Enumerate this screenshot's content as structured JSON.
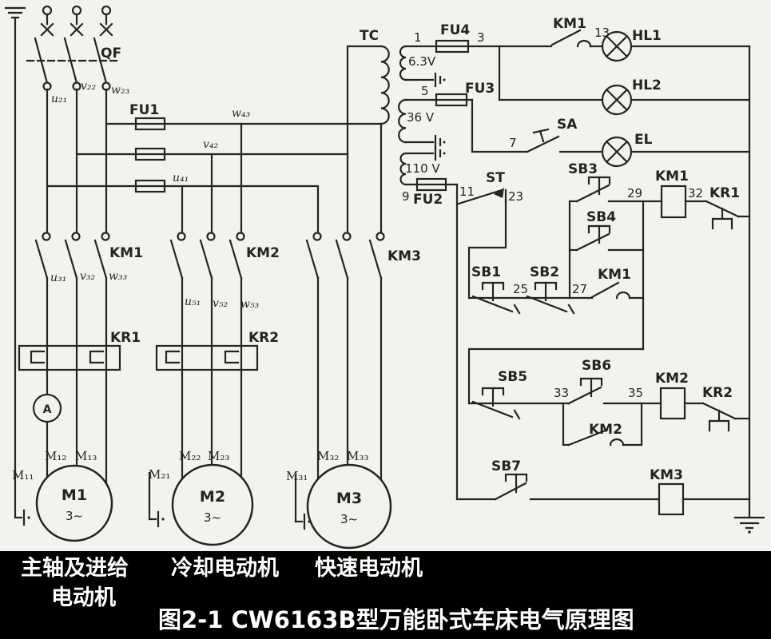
{
  "figure": {
    "caption": "图2-1  CW6163B型万能卧式车床电气原理图",
    "legend": {
      "col1_line1": "主轴及进给",
      "col1_line2": "电动机",
      "col2": "冷却电动机",
      "col3": "快速电动机"
    }
  },
  "power": {
    "qf": "QF",
    "fu1": "FU1",
    "incoming": [
      "u₂₁",
      "v₂₂",
      "w₂₃"
    ],
    "branch": [
      "u₄₁",
      "v₄₂",
      "w₄₃"
    ],
    "km1": "KM1",
    "km2": "KM2",
    "km3": "KM3",
    "m1_wires": [
      "u₃₁",
      "v₃₂",
      "w₃₃"
    ],
    "m2_wires": [
      "u₅₁",
      "v₅₂",
      "w₅₃"
    ],
    "kr1": "KR1",
    "kr2": "KR2",
    "ammeter": "A",
    "motors": [
      {
        "name": "M1",
        "phases": "3~",
        "t": [
          "M₁₁",
          "M₁₂",
          "M₁₃"
        ]
      },
      {
        "name": "M2",
        "phases": "3~",
        "t": [
          "M₂₁",
          "M₂₂",
          "M₂₃"
        ]
      },
      {
        "name": "M3",
        "phases": "3~",
        "t": [
          "M₃₁",
          "M₃₂",
          "M₃₃"
        ]
      }
    ]
  },
  "tc": {
    "name": "TC",
    "w1": {
      "t": "1",
      "fuse": "FU4",
      "v": "6.3V"
    },
    "w2": {
      "t": "5",
      "fuse": "FU3",
      "v": "36 V"
    },
    "w3": {
      "t": "9",
      "fuse": "FU2",
      "v": "110 V"
    }
  },
  "ctl": {
    "n3": "3",
    "n7": "7",
    "n11": "11",
    "n13": "13",
    "n23": "23",
    "n25": "25",
    "n27": "27",
    "n29": "29",
    "n32": "32",
    "n33": "33",
    "n35": "35",
    "hl1": "HL1",
    "hl2": "HL2",
    "el": "EL",
    "sa": "SA",
    "st": "ST",
    "sb1": "SB1",
    "sb2": "SB2",
    "sb3": "SB3",
    "sb4": "SB4",
    "sb5": "SB5",
    "sb6": "SB6",
    "sb7": "SB7",
    "km1_lamp": "KM1",
    "km1_hold": "KM1",
    "km2_hold": "KM2",
    "km1_coil": "KM1",
    "km2_coil": "KM2",
    "km3_coil": "KM3",
    "kr1_nc": "KR1",
    "kr2_nc": "KR2"
  },
  "colors": {
    "ink": "#26241f",
    "paper": "#f3f2ee",
    "banner_bg": "#000000",
    "banner_text": "#ffffff"
  }
}
